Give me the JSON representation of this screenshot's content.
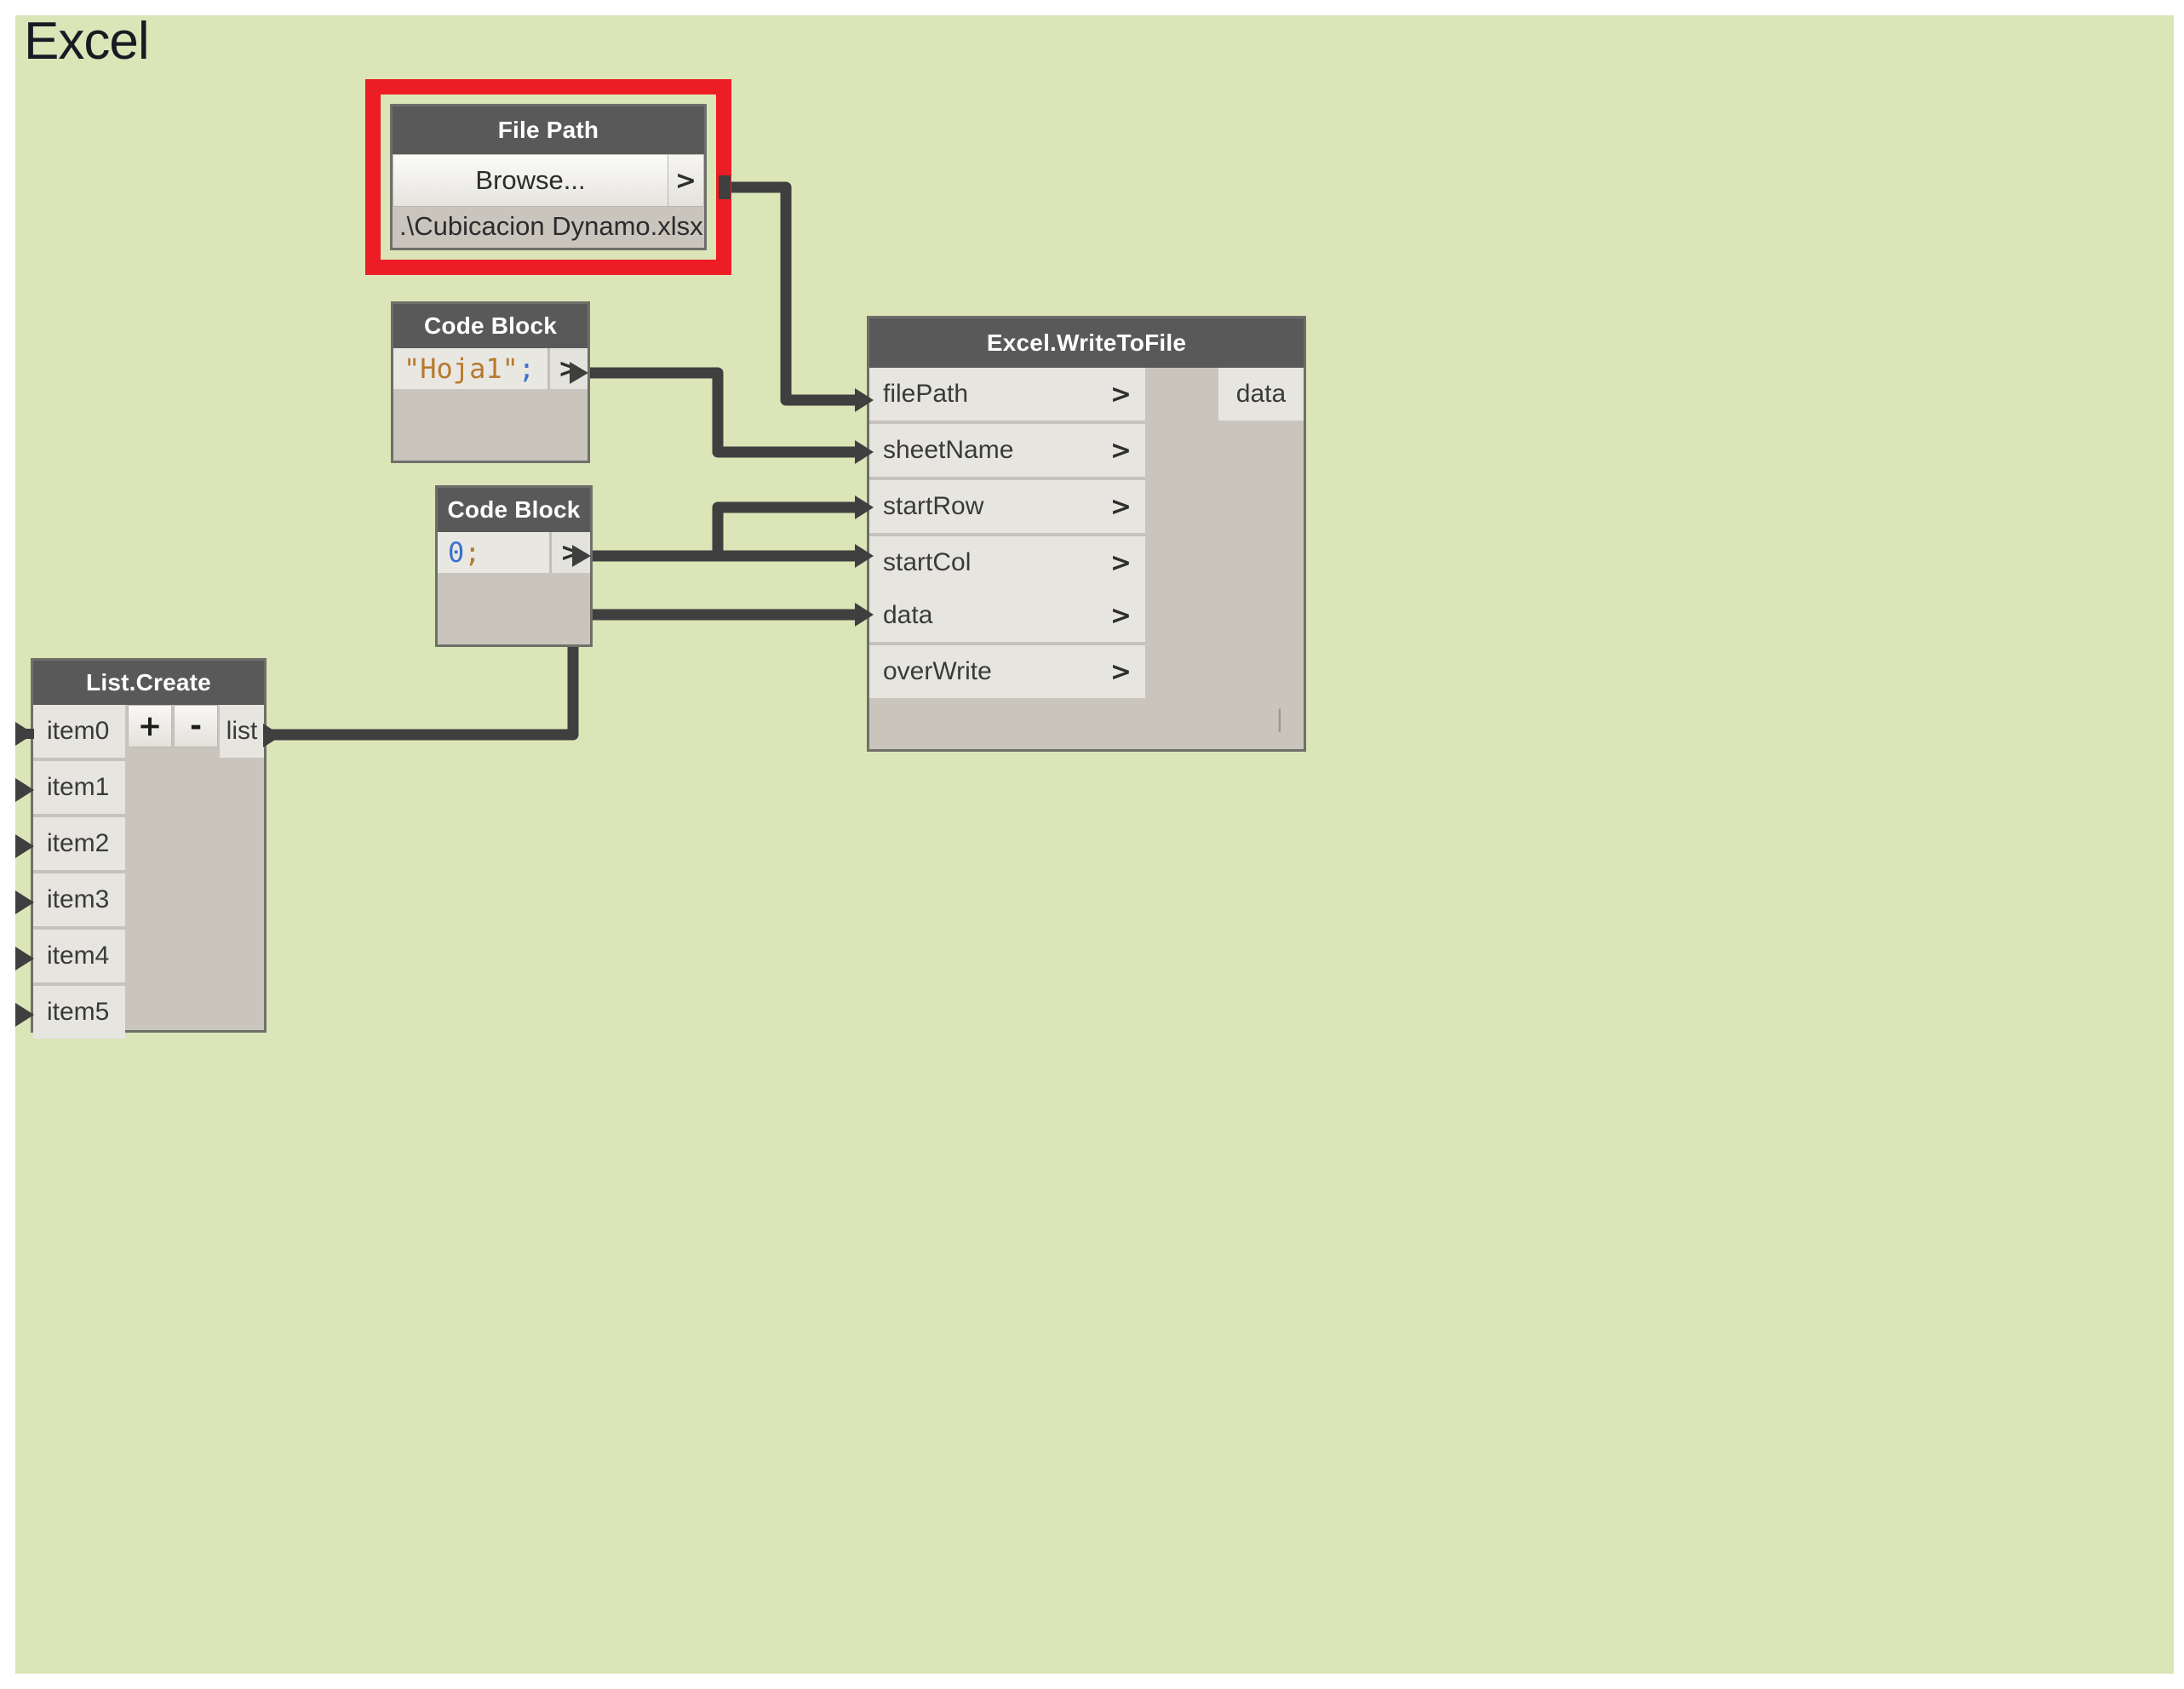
{
  "canvas": {
    "background_color": "#dbe5b8",
    "wire_color": "#3f3f3f",
    "node_header_color": "#595959",
    "node_body_color": "#c9c5bd",
    "port_row_color": "#e7e5e0",
    "selection_color": "#ec1d24"
  },
  "group": {
    "title": "Excel"
  },
  "nodes": {
    "file_path": {
      "title": "File Path",
      "browse_label": "Browse...",
      "out_port_glyph": ">",
      "path_value": ".\\Cubicacion Dynamo.xlsx",
      "selected": true
    },
    "code_block_sheet": {
      "title": "Code Block",
      "code": "\"Hoja1\";",
      "code_string_part": "\"Hoja1\"",
      "code_terminator": ";",
      "out_port_glyph": ">"
    },
    "code_block_zero": {
      "title": "Code Block",
      "code": "0;",
      "code_number_part": "0",
      "code_terminator": ";",
      "out_port_glyph": ">"
    },
    "excel_write": {
      "title": "Excel.WriteToFile",
      "inputs": [
        {
          "label": "filePath",
          "glyph": ">"
        },
        {
          "label": "sheetName",
          "glyph": ">"
        },
        {
          "label": "startRow",
          "glyph": ">"
        },
        {
          "label": "startCol",
          "glyph": ">"
        },
        {
          "label": "data",
          "glyph": ">"
        },
        {
          "label": "overWrite",
          "glyph": ">"
        }
      ],
      "outputs": [
        {
          "label": "data"
        }
      ],
      "caret_glyph": "|"
    },
    "list_create": {
      "title": "List.Create",
      "add_button_label": "+",
      "remove_button_label": "-",
      "inputs": [
        {
          "label": "item0"
        },
        {
          "label": "item1"
        },
        {
          "label": "item2"
        },
        {
          "label": "item3"
        },
        {
          "label": "item4"
        },
        {
          "label": "item5"
        }
      ],
      "outputs": [
        {
          "label": "list"
        }
      ]
    }
  },
  "connections": [
    {
      "from": "file_path.out",
      "to": "excel_write.filePath"
    },
    {
      "from": "code_block_sheet.out",
      "to": "excel_write.sheetName"
    },
    {
      "from": "code_block_zero.out",
      "to": "excel_write.startRow"
    },
    {
      "from": "code_block_zero.out",
      "to": "excel_write.startCol"
    },
    {
      "from": "list_create.list",
      "to": "excel_write.data"
    }
  ]
}
